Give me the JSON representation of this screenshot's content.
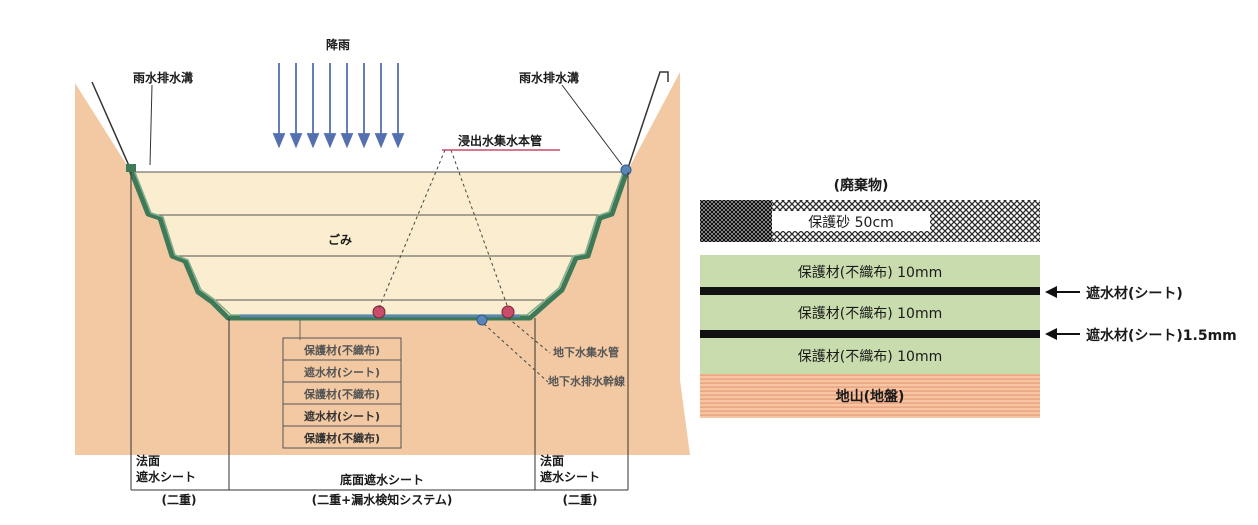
{
  "cross_section": {
    "rain_label": "降雨",
    "drain_left": "雨水排水溝",
    "drain_right": "雨水排水溝",
    "leachate_pipe": "浸出水集水本管",
    "waste": "ごみ",
    "bottom_layers": [
      "保護材(不織布)",
      "遮水材(シート)",
      "保護材(不織布)",
      "遮水材(シート)",
      "保護材(不織布)"
    ],
    "groundwater_collect": "地下水集水管",
    "groundwater_drain": "地下水排水幹線",
    "slope_left_line1": "法面",
    "slope_left_line2": "遮水シート",
    "slope_left_note": "(二重)",
    "bottom_sheet": "底面遮水シート",
    "bottom_note": "(二重+漏水検知システム)",
    "slope_right_line1": "法面",
    "slope_right_line2": "遮水シート",
    "slope_right_note": "(二重)"
  },
  "layer_detail": {
    "title": "(廃棄物)",
    "sand": "保護砂 50cm",
    "layer1": "保護材(不織布) 10mm",
    "sheet1_label": "遮水材(シート)",
    "layer2": "保護材(不織布) 10mm",
    "sheet2_label": "遮水材(シート)1.5mm",
    "layer3": "保護材(不織布) 10mm",
    "ground": "地山(地盤)"
  },
  "colors": {
    "earth": "#f2c9a2",
    "waste": "#fbedcf",
    "waste_layer_line": "#555555",
    "liner_green": "#3f7a58",
    "liner_blue": "#5a86b8",
    "rain_arrow": "#5470b0",
    "pipe_red": "#c94c6a",
    "felt_green": "#c9dcae",
    "ground_orange": "#f3b893"
  }
}
